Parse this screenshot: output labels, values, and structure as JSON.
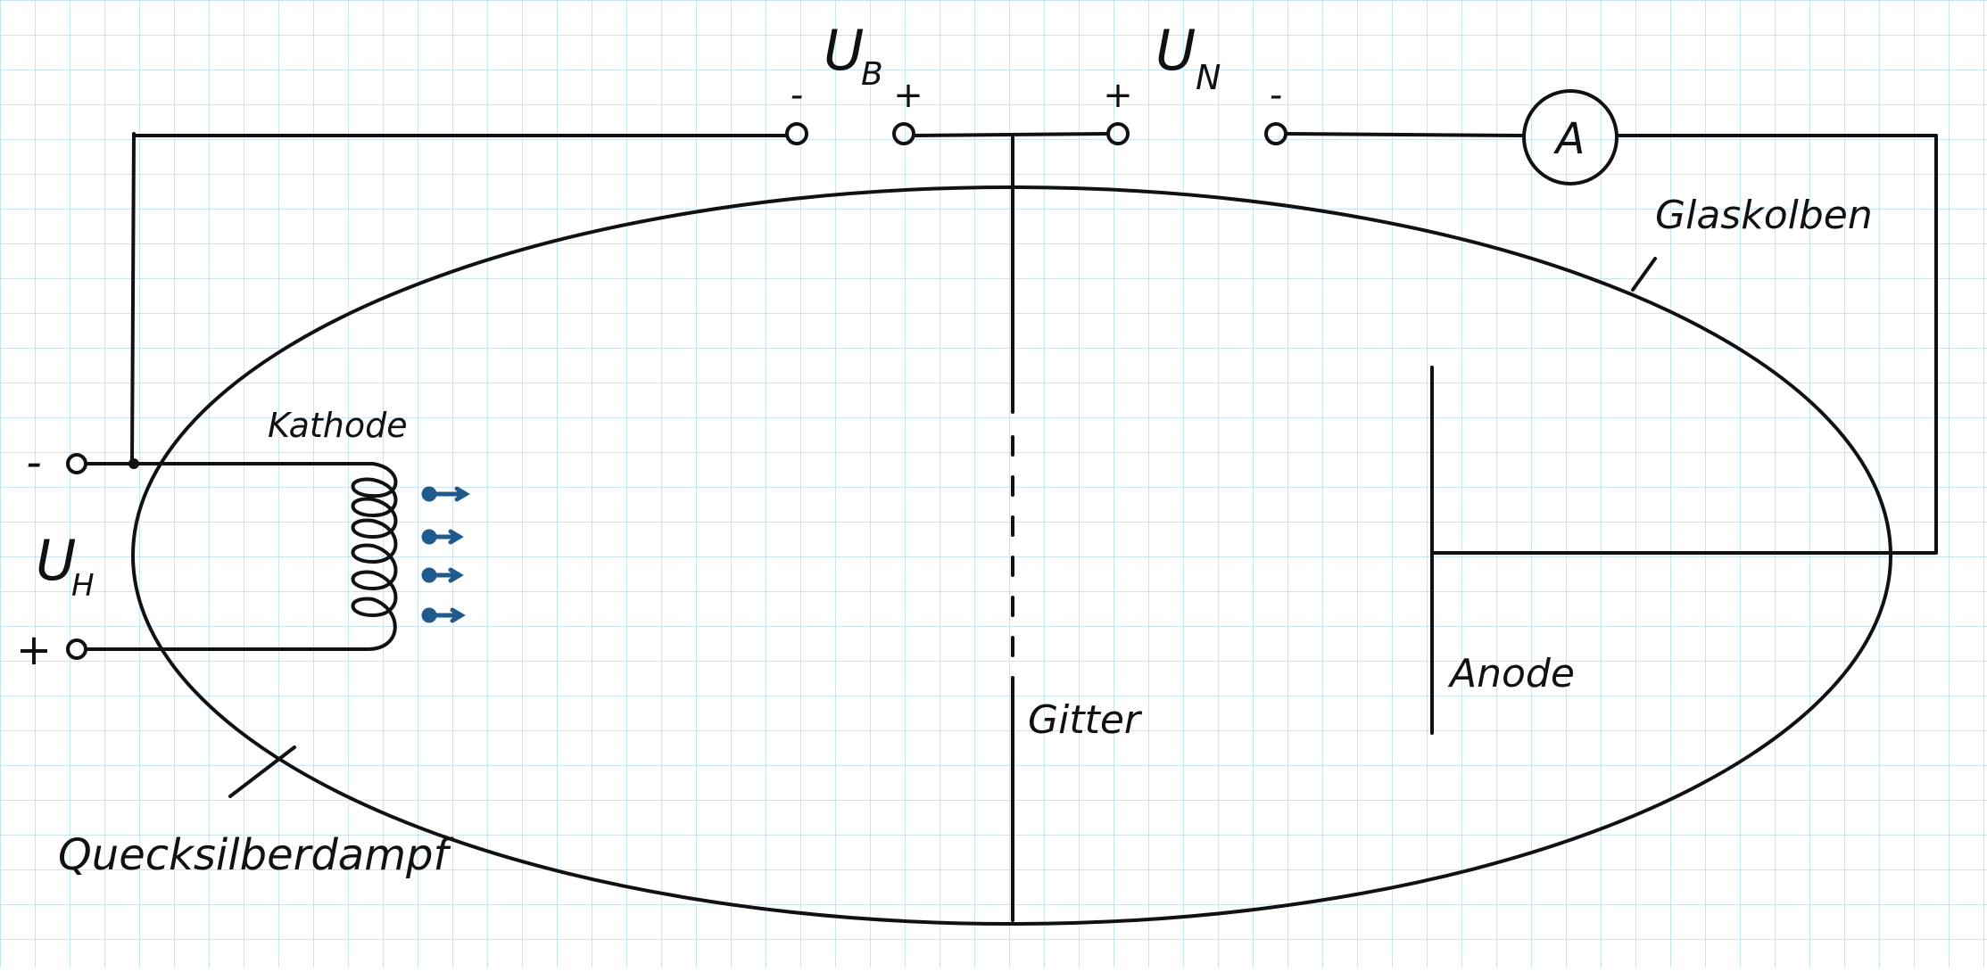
{
  "diagram": {
    "labels": {
      "ub_main": "U",
      "ub_sub": "B",
      "un_main": "U",
      "un_sub": "N",
      "uh_main": "U",
      "uh_sub": "H",
      "ammeter": "A",
      "glaskolben": "Glaskolben",
      "kathode": "Kathode",
      "gitter": "Gitter",
      "anode": "Anode",
      "quecksilberdampf": "Quecksilberdampf"
    },
    "terminals": {
      "ub_left": "-",
      "ub_right": "+",
      "un_left": "+",
      "un_right": "-",
      "uh_top": "-",
      "uh_bottom": "+"
    },
    "colors": {
      "ink": "#111111",
      "grid": "#c9e4f3",
      "electron": "#1f5a8c",
      "paper": "#ffffff"
    }
  }
}
